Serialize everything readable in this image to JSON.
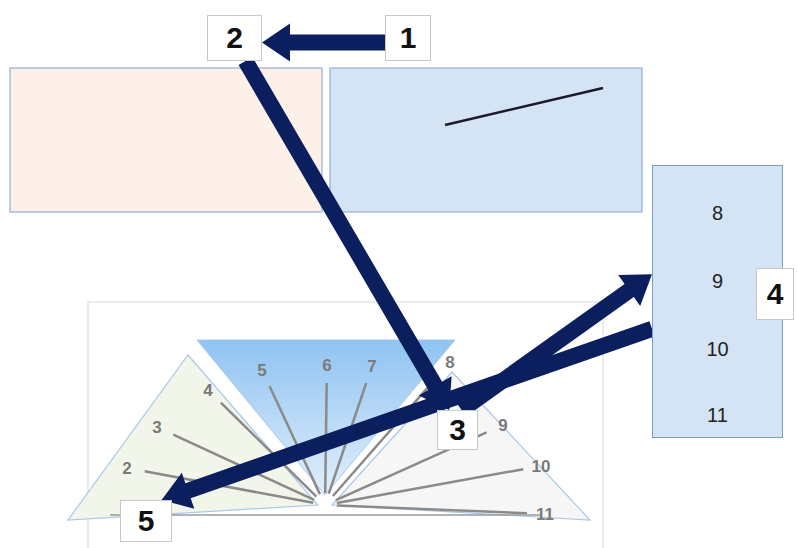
{
  "diagram": {
    "nodes": [
      {
        "text": [
          "2"
        ]
      },
      {
        "text": [
          "1"
        ]
      },
      {
        "text": [
          "8",
          "9",
          "10",
          "11"
        ]
      },
      {
        "text": [
          "4"
        ]
      },
      {
        "text": [
          "3"
        ]
      },
      {
        "text": [
          "5"
        ]
      }
    ],
    "edges": [
      {
        "from": 1,
        "to": 0,
        "arrow": "to"
      },
      {
        "from": 0,
        "to": 4,
        "arrow": "to"
      },
      {
        "from": 4,
        "to": 2,
        "arrow": "to"
      },
      {
        "from": 2,
        "to": 5,
        "arrow": "to"
      }
    ],
    "labels": [
      "2",
      "3",
      "4",
      "5",
      "6",
      "7",
      "8",
      "9",
      "10",
      "11"
    ]
  }
}
